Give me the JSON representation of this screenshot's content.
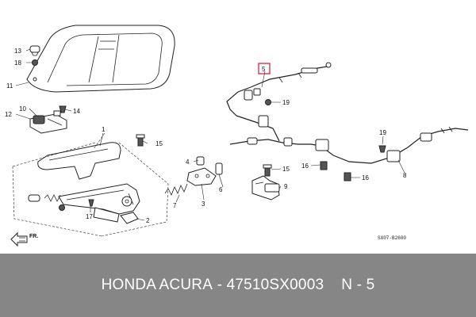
{
  "diagram": {
    "callouts": {
      "c1": "1",
      "c2": "2",
      "c3": "3",
      "c4": "4",
      "c5": "5",
      "c6": "6",
      "c7": "7",
      "c8": "8",
      "c9": "9",
      "c10": "10",
      "c11": "11",
      "c12": "12",
      "c13": "13",
      "c14": "14",
      "c15a": "15",
      "c15b": "15",
      "c16a": "16",
      "c16b": "16",
      "c17": "17",
      "c18": "18",
      "c19a": "19",
      "c19b": "19"
    },
    "front_arrow_label": "FR.",
    "drawing_code": "SX07-B2600",
    "highlight_color": "#e0203a"
  },
  "footer": {
    "brand": "HONDA ACURA",
    "separator": "-",
    "part_number": "47510SX0003",
    "position_code": "N - 5"
  }
}
